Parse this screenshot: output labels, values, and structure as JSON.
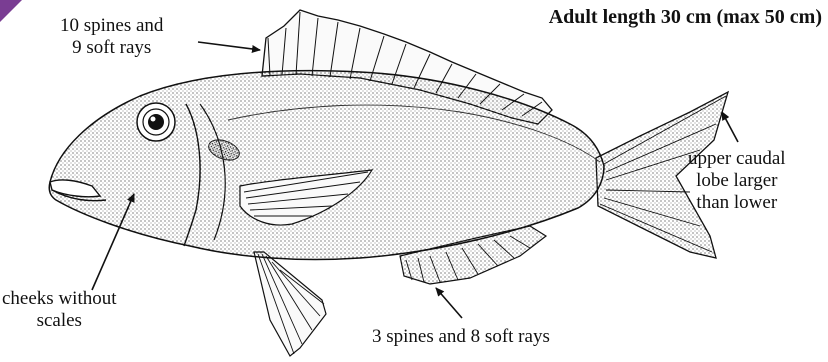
{
  "title": "Adult length 30 cm (max 50 cm)",
  "labels": {
    "dorsal": [
      "10 spines and",
      "9 soft rays"
    ],
    "caudal": [
      "upper caudal",
      "lobe larger",
      "than lower"
    ],
    "cheeks": [
      "cheeks without",
      "scales"
    ],
    "anal": "3 spines and 8 soft rays"
  },
  "colors": {
    "ink": "#111111",
    "corner_accent": "#7a3d93"
  }
}
